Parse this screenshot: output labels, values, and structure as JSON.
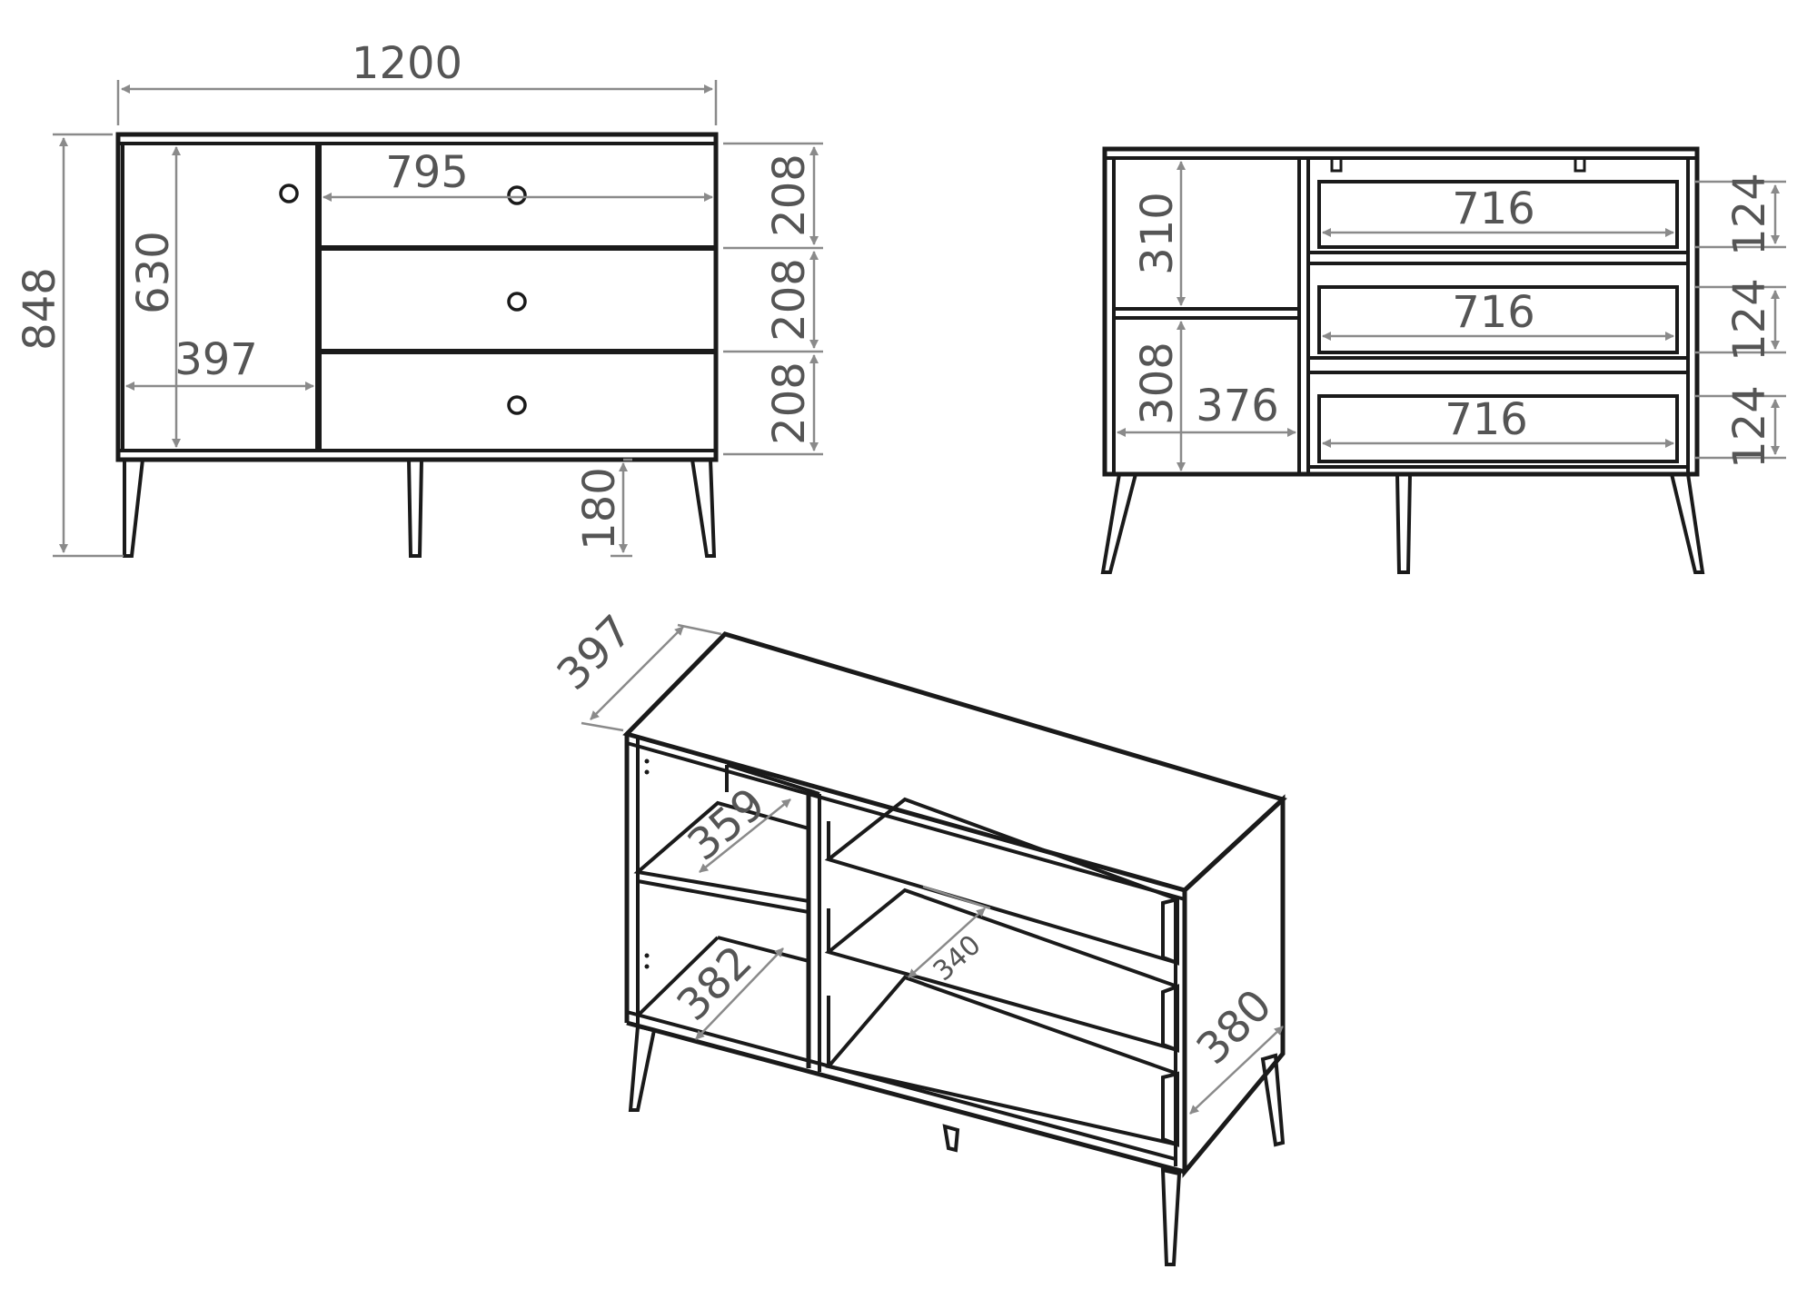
{
  "front": {
    "width": "1200",
    "height": "848",
    "door_height": "630",
    "door_width": "397",
    "drawer_width": "795",
    "drawer_1_height": "208",
    "drawer_2_height": "208",
    "drawer_3_height": "208",
    "leg_height": "180"
  },
  "open_front": {
    "upper_shelf_height": "310",
    "lower_shelf_height": "308",
    "shelf_width": "376",
    "drawer_1_inner_width": "716",
    "drawer_2_inner_width": "716",
    "drawer_3_inner_width": "716",
    "drawer_1_inner_height": "124",
    "drawer_2_inner_height": "124",
    "drawer_3_inner_height": "124"
  },
  "perspective": {
    "depth": "397",
    "upper_shelf_depth": "359",
    "lower_shelf_depth": "382",
    "drawer_depth": "340",
    "side_depth": "380"
  }
}
